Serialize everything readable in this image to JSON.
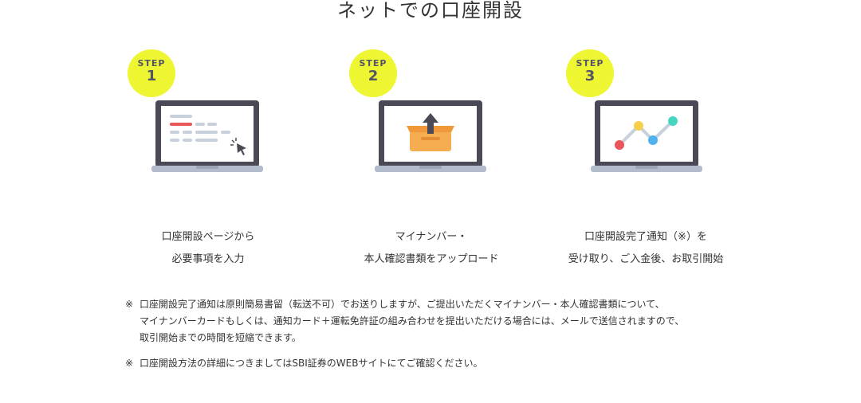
{
  "title": "ネットでの口座開設",
  "steps": [
    {
      "label": "STEP",
      "number": "1",
      "caption_lines": [
        "口座開設ページから",
        "必要事項を入力"
      ],
      "icon": "form-input-icon"
    },
    {
      "label": "STEP",
      "number": "2",
      "caption_lines": [
        "マイナンバー・",
        "本人確認書類をアップロード"
      ],
      "icon": "upload-box-icon"
    },
    {
      "label": "STEP",
      "number": "3",
      "caption_lines": [
        "口座開設完了通知（※）を",
        "受け取り、ご入金後、お取引開始"
      ],
      "icon": "line-graph-icon"
    }
  ],
  "notes": [
    {
      "mark": "※",
      "lines": [
        "口座開設完了通知は原則簡易書留（転送不可）でお送りしますが、ご提出いただくマイナンバー・本人確認書類について、",
        "マイナンバーカードもしくは、通知カード＋運転免許証の組み合わせを提出いただける場合には、メールで送信されますので、",
        "取引開始までの時間を短縮できます。"
      ]
    },
    {
      "mark": "※",
      "lines": [
        "口座開設方法の詳細につきましてはSBI証券のWEBサイトにてご確認ください。"
      ]
    }
  ],
  "colors": {
    "badge": "#eef631",
    "laptop_frame": "#4a4a57",
    "laptop_base": "#b3bccb",
    "accent_red": "#e8565a",
    "accent_orange": "#f6ad52",
    "accent_yellow": "#f7ce4a",
    "accent_blue": "#4eb2ee",
    "accent_teal": "#47d6bf",
    "line_gray": "#c8d0dc"
  }
}
